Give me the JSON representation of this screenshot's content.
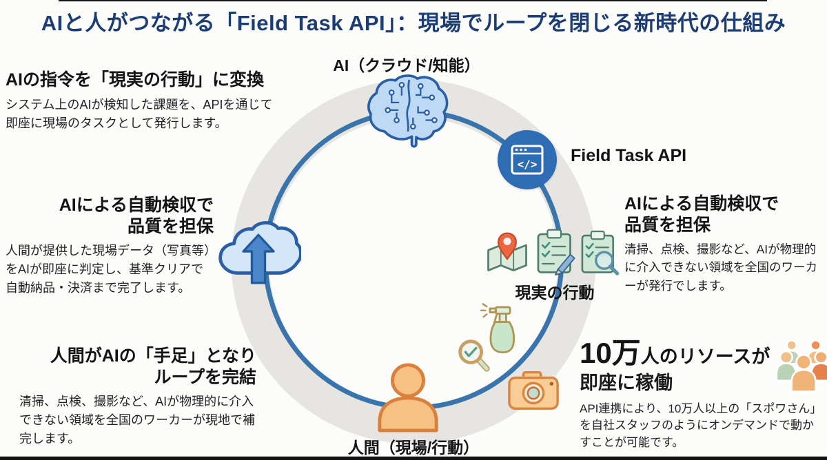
{
  "title": "AIと人がつながる「Field Task API」：現場でループを閉じる新時代の仕組み",
  "colors": {
    "title_navy": "#1c3d73",
    "loop_blue": "#3a74ad",
    "ring_gray": "#e6e5e2",
    "api_node_blue": "#2e6db4",
    "person_orange": "#f6c183",
    "clipboard_green": "#d2e8d6",
    "pin_red": "#ea6742",
    "heading_black": "#141414"
  },
  "loop": {
    "ai_label": "AI（クラウド/知能）",
    "api_label": "Field Task API",
    "action_label": "現実の行動",
    "human_label": "人間（現場/行動）",
    "icons": [
      "brain-circuit-icon",
      "field-task-api-code-window-icon",
      "cloud-upload-icon",
      "map-pin-icon",
      "clipboard-pencil-icon",
      "clipboard-magnifier-icon",
      "spray-bottle-icon",
      "magnifier-check-icon",
      "camera-icon",
      "person-icon",
      "people-group-icon"
    ]
  },
  "blocks": {
    "left_top": {
      "heading": "AIの指令を「現実の行動」に変換",
      "body": "システム上のAIが検知した課題を、APIを通じて即座に現場のタスクとして発行します。"
    },
    "left_mid": {
      "heading1": "AIによる自動検収で",
      "heading2": "品質を担保",
      "body": "人間が提供した現場データ（写真等）をAIが即座に判定し、基準クリアで自動納品・決済まで完了します。"
    },
    "left_bottom": {
      "heading1": "人間がAIの「手足」となり",
      "heading2": "ループを完結",
      "body": "清掃、点検、撮影など、AIが物理的に介入できない領域を全国のワーカーが現地で補完します。"
    },
    "right_mid": {
      "heading1": "AIによる自動検収で",
      "heading2": "品質を担保",
      "body": "清掃、点検、撮影など、AIが物理的に介入できない領域を全国のワーカーが発行でします。"
    },
    "right_bottom": {
      "heading_big": "10万",
      "heading_rest": "人のリソースが",
      "heading_line2": "即座に稼働",
      "body": "API連携により、10万人以上の「スポワさん」を自社スタッフのようにオンデマンドで動かすことが可能です。"
    }
  }
}
